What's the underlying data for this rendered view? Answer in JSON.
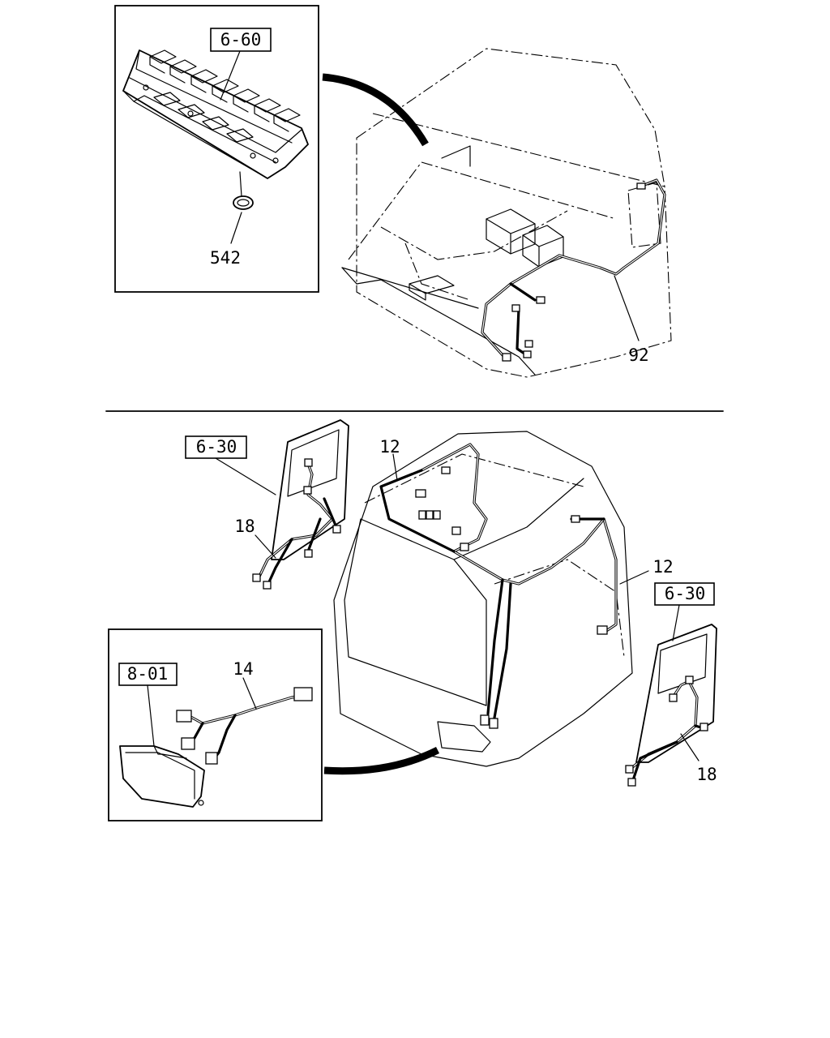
{
  "top_section": {
    "inset_ref": "6-60",
    "inset_part": "542",
    "harness_part": "92"
  },
  "bottom_section": {
    "left_door_ref": "6-30",
    "left_door_part": "18",
    "roof_harness_part_a": "12",
    "roof_harness_part_b": "12",
    "right_door_ref": "6-30",
    "right_door_part": "18",
    "lamp_inset_ref": "8-01",
    "lamp_harness_part": "14"
  }
}
